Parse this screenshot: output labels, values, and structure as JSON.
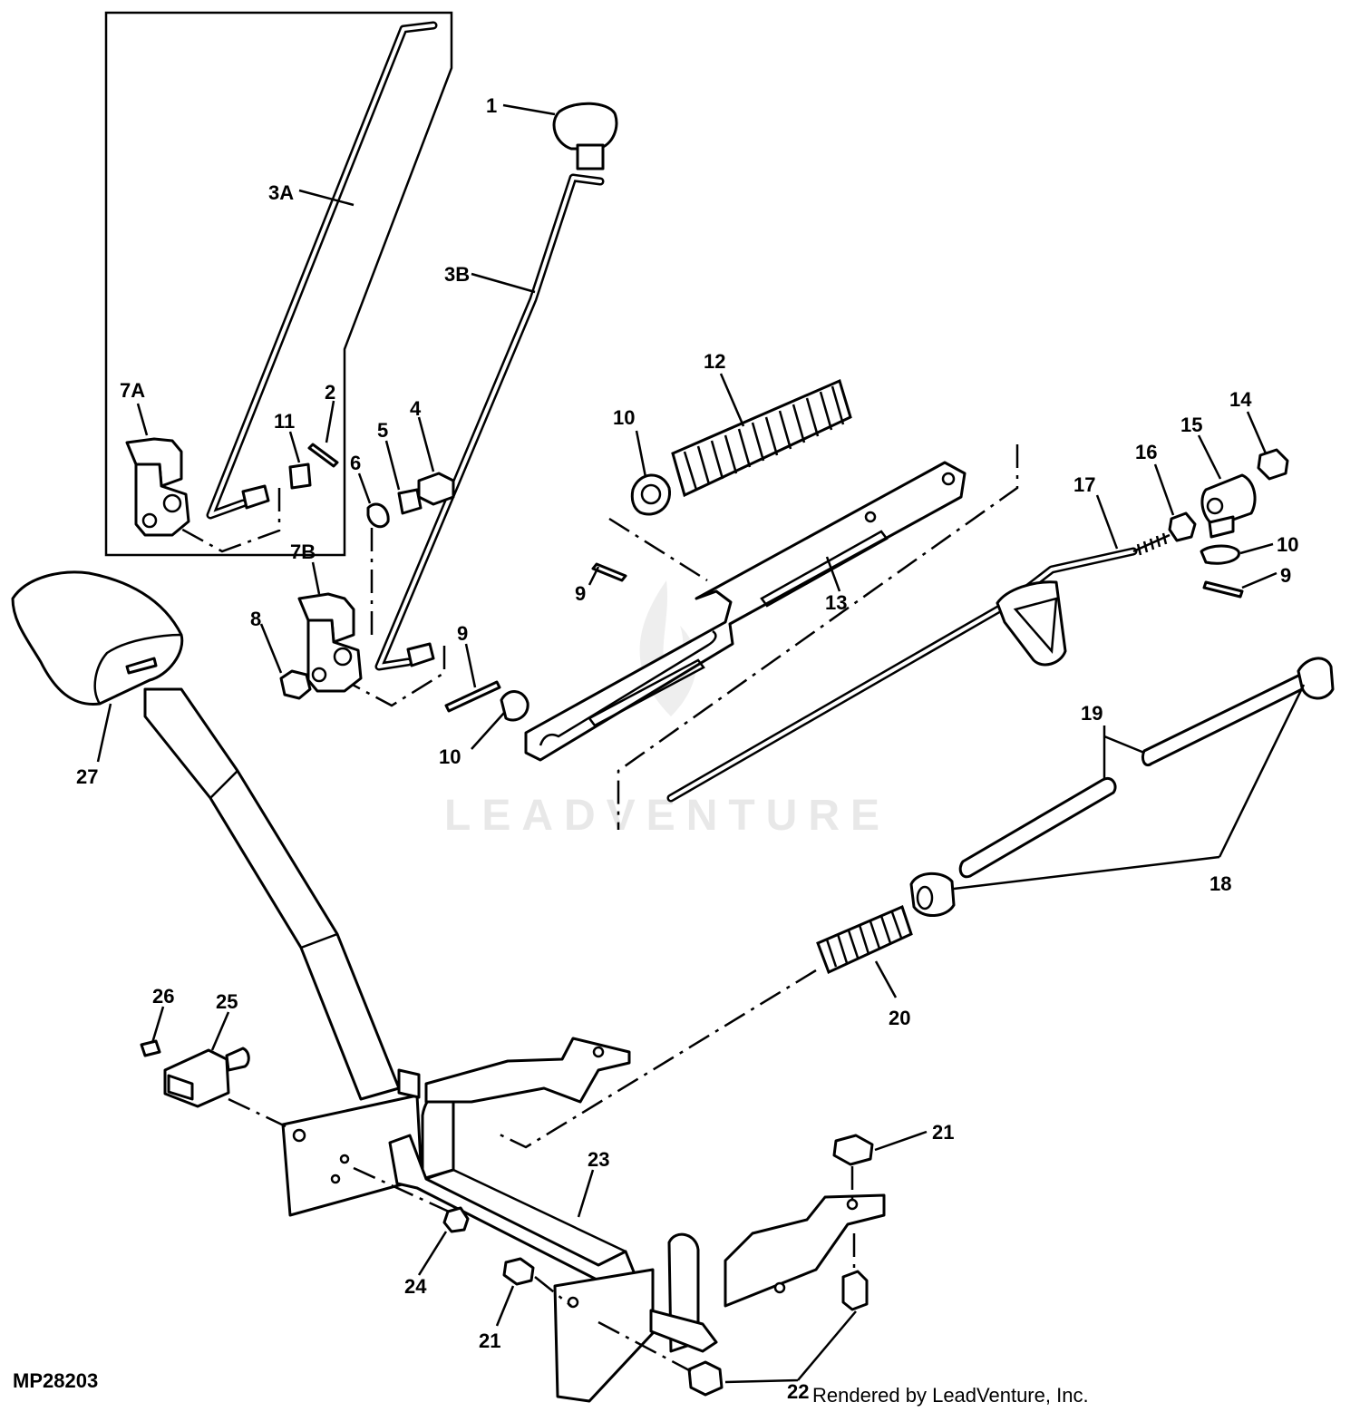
{
  "diagram": {
    "reference_code": "MP28203",
    "credit": "Rendered by LeadVenture, Inc.",
    "watermark": "LEADVENTURE",
    "callouts": {
      "c1": "1",
      "c2": "2",
      "c3a": "3A",
      "c3b": "3B",
      "c4": "4",
      "c5": "5",
      "c6": "6",
      "c7a": "7A",
      "c7b": "7B",
      "c8": "8",
      "c9a": "9",
      "c9b": "9",
      "c9c": "9",
      "c10a": "10",
      "c10b": "10",
      "c10c": "10",
      "c11": "11",
      "c12": "12",
      "c13": "13",
      "c14": "14",
      "c15": "15",
      "c16": "16",
      "c17": "17",
      "c18": "18",
      "c19": "19",
      "c20": "20",
      "c21a": "21",
      "c21b": "21",
      "c22": "22",
      "c23": "23",
      "c24": "24",
      "c25": "25",
      "c26": "26",
      "c27": "27"
    }
  }
}
